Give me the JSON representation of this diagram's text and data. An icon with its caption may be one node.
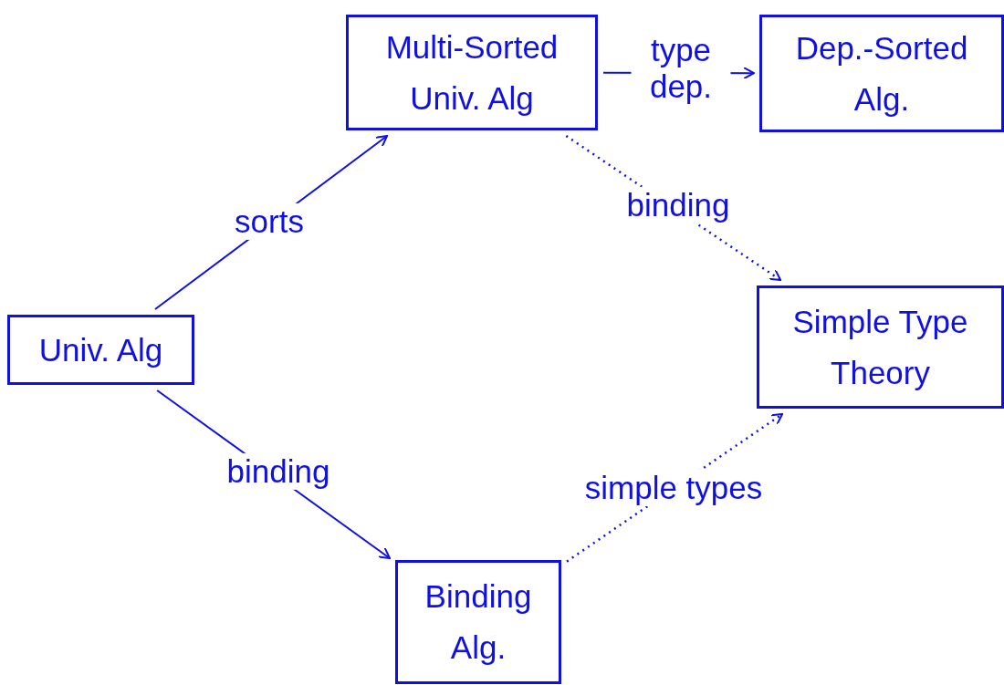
{
  "diagram": {
    "nodes": [
      {
        "text": [
          "Univ. Alg"
        ]
      },
      {
        "text": [
          "Multi-Sorted Univ. Alg"
        ]
      },
      {
        "text": [
          "Dep.-Sorted Alg."
        ]
      },
      {
        "text": [
          "Simple Type Theory"
        ]
      },
      {
        "text": [
          "Binding Alg."
        ]
      }
    ],
    "edges": [
      {
        "from": 0,
        "to": 1,
        "arrow": "to",
        "label": "sorts"
      },
      {
        "from": 1,
        "to": 2,
        "arrow": "to",
        "label": "type dep."
      },
      {
        "from": 1,
        "to": 3,
        "arrow": "to",
        "label": "binding",
        "style": "dashed"
      },
      {
        "from": 0,
        "to": 4,
        "arrow": "to",
        "label": "binding"
      },
      {
        "from": 4,
        "to": 3,
        "arrow": "to",
        "label": "simple types",
        "style": "dashed"
      }
    ]
  }
}
